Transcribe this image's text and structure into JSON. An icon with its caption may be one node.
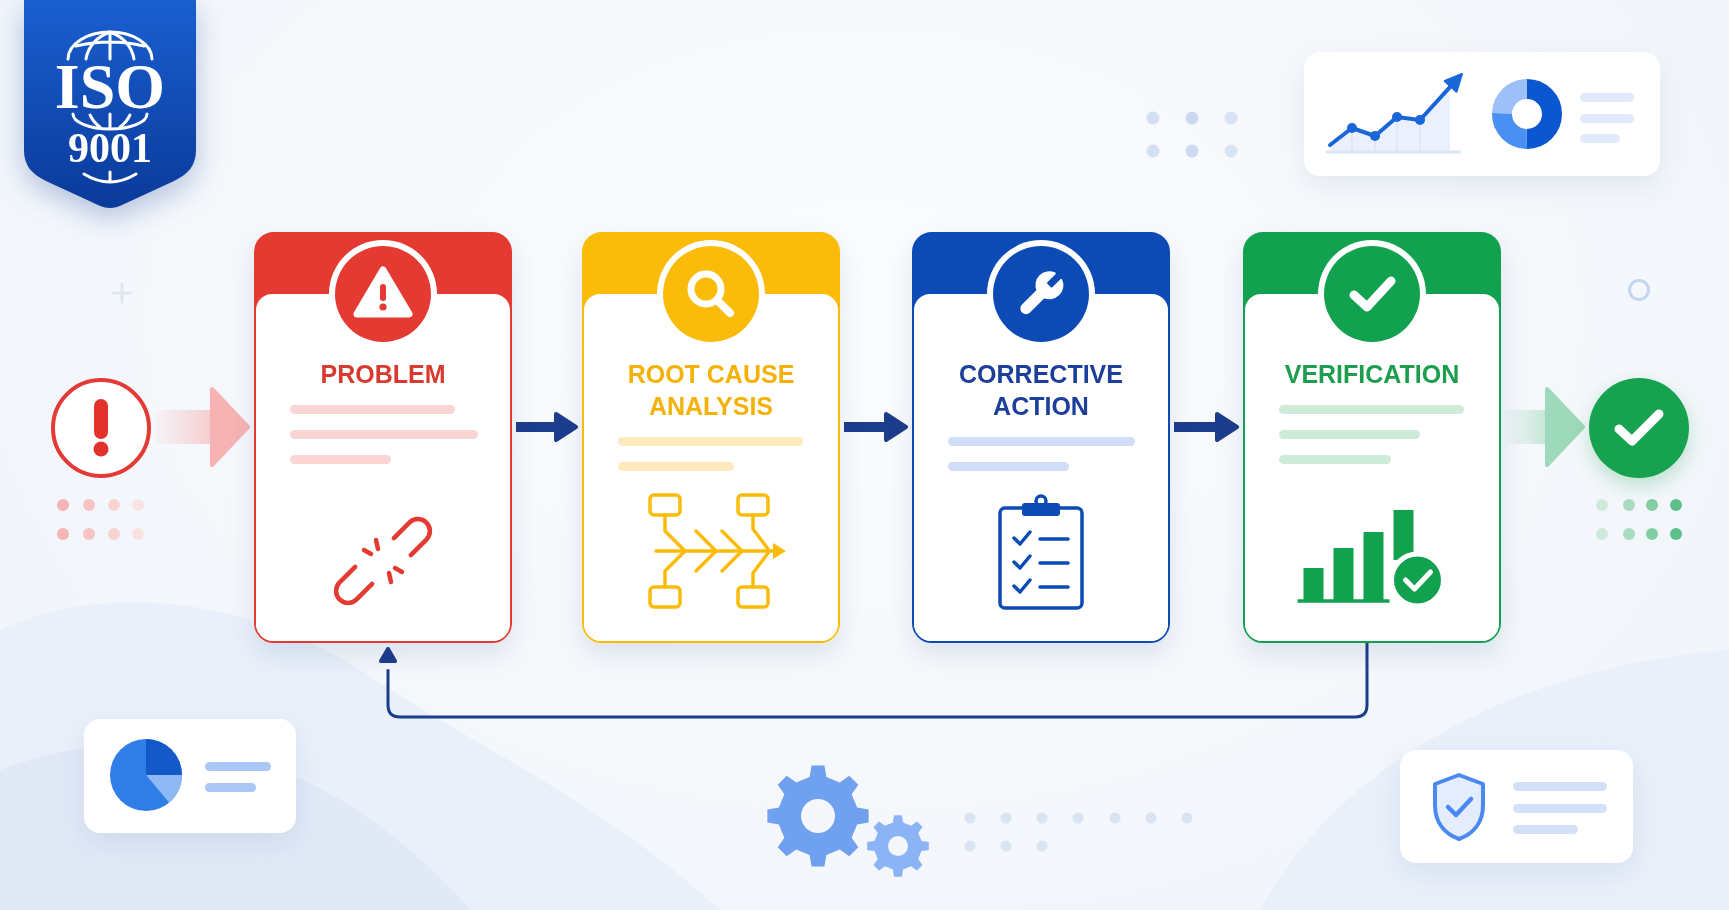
{
  "diagram": {
    "nodes": [
      {
        "text": [
          "ISO",
          "9001"
        ]
      },
      {
        "text": [],
        "shape": "circle"
      },
      {
        "text": [
          "PROBLEM"
        ]
      },
      {
        "text": [
          "ROOT CAUSE ANALYSIS"
        ]
      },
      {
        "text": [
          "CORRECTIVE ACTION"
        ]
      },
      {
        "text": [
          "VERIFICATION"
        ]
      },
      {
        "text": [],
        "shape": "circle"
      }
    ],
    "edges": [
      {
        "from": 1,
        "to": 2,
        "arrow": "to",
        "style": "thick",
        "color": "#f7b3b3"
      },
      {
        "from": 2,
        "to": 3,
        "arrow": "to"
      },
      {
        "from": 3,
        "to": 4,
        "arrow": "to"
      },
      {
        "from": 4,
        "to": 5,
        "arrow": "to"
      },
      {
        "from": 5,
        "to": 6,
        "arrow": "to",
        "style": "thick",
        "color": "#9fd9bb"
      },
      {
        "from": 5,
        "to": 2,
        "arrow": "to"
      }
    ]
  }
}
